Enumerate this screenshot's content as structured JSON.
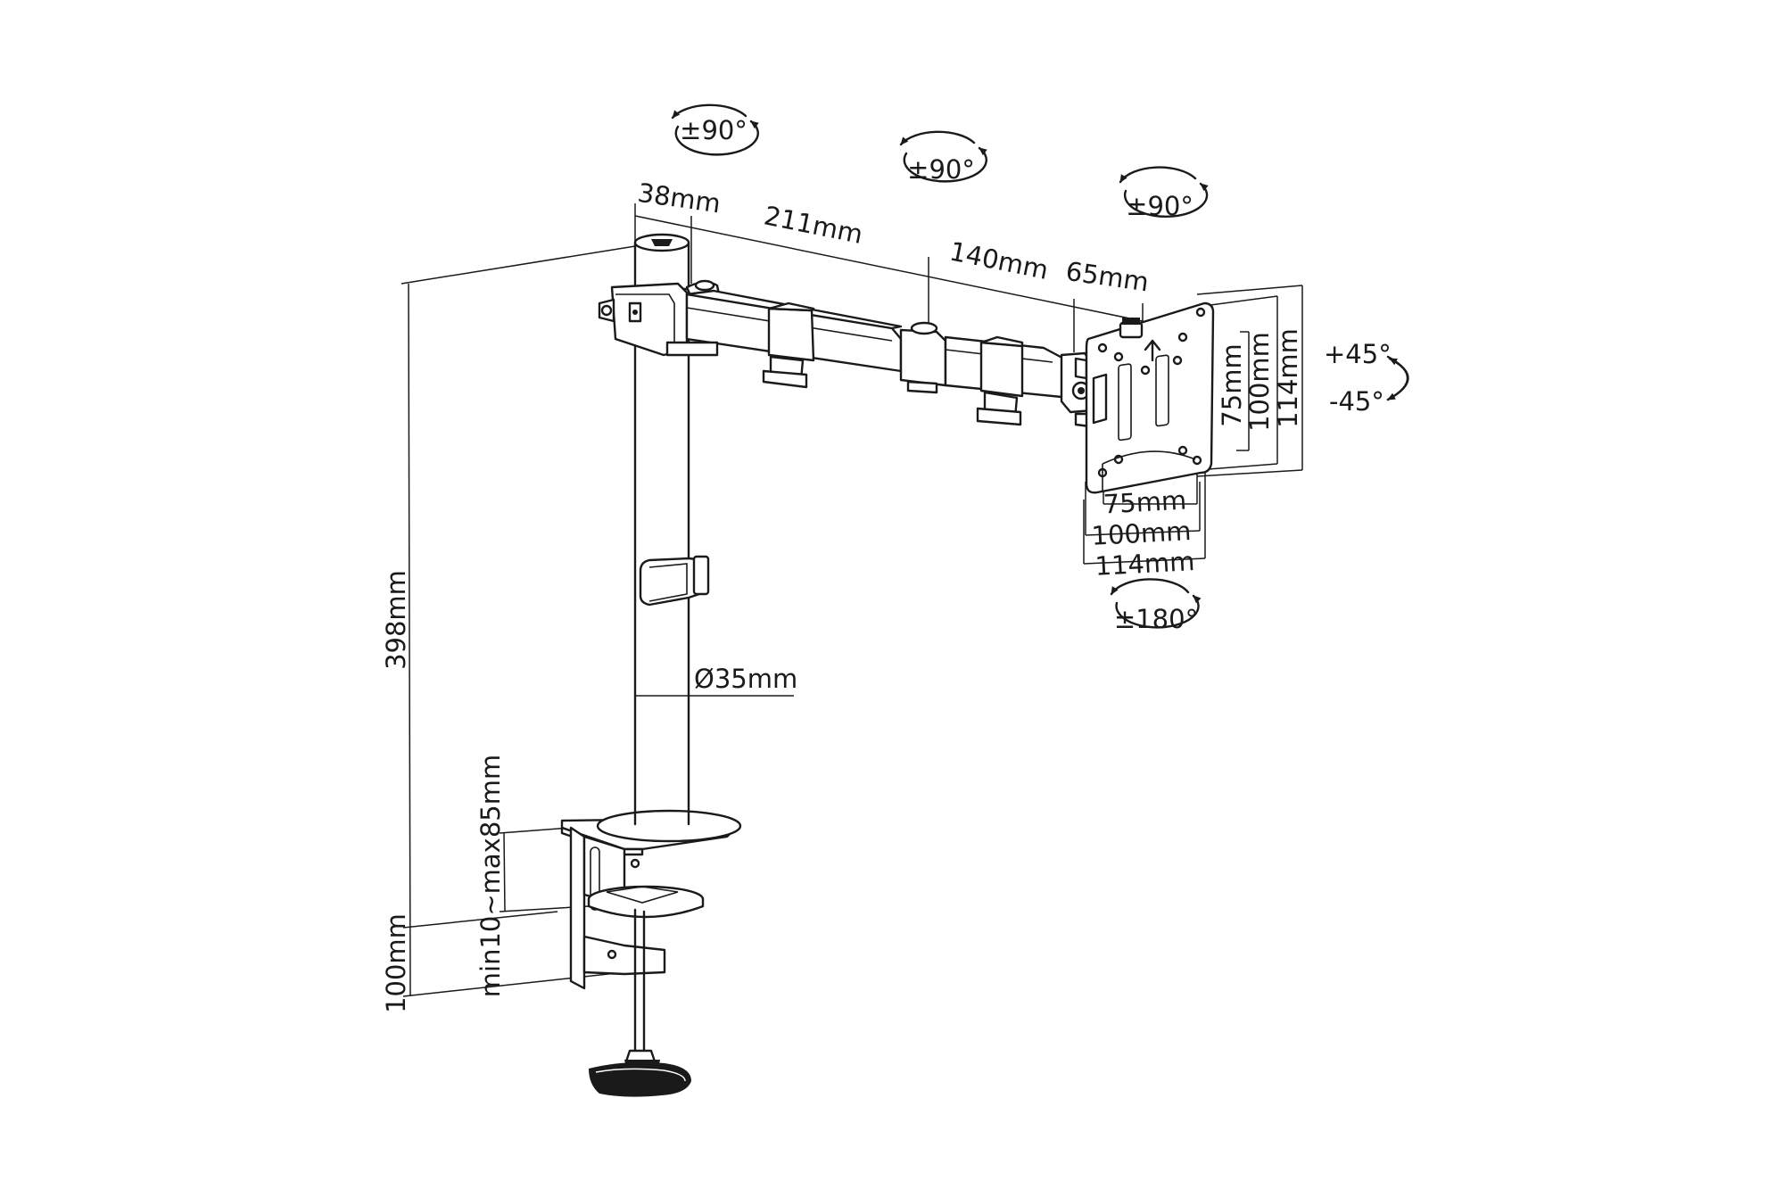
{
  "colors": {
    "ink": "#1a1a1a",
    "background": "#ffffff"
  },
  "rotations": {
    "pole_swivel": "±90°",
    "elbow_swivel": "±90°",
    "head_swivel": "±90°",
    "tilt_up": "+45°",
    "tilt_down": "-45°",
    "plate_rotate": "±180°"
  },
  "dimensions": {
    "pole_cap": "38mm",
    "arm_first": "211mm",
    "arm_second": "140mm",
    "head": "65mm",
    "pole_diameter": "Ø35mm",
    "total_height": "398mm",
    "clamp_height": "100mm",
    "clamp_range": "min10~max85mm"
  },
  "vesa": {
    "width_small": "75mm",
    "width_medium": "100mm",
    "width_large": "114mm",
    "height_small": "75mm",
    "height_medium": "100mm",
    "height_large": "114mm"
  }
}
